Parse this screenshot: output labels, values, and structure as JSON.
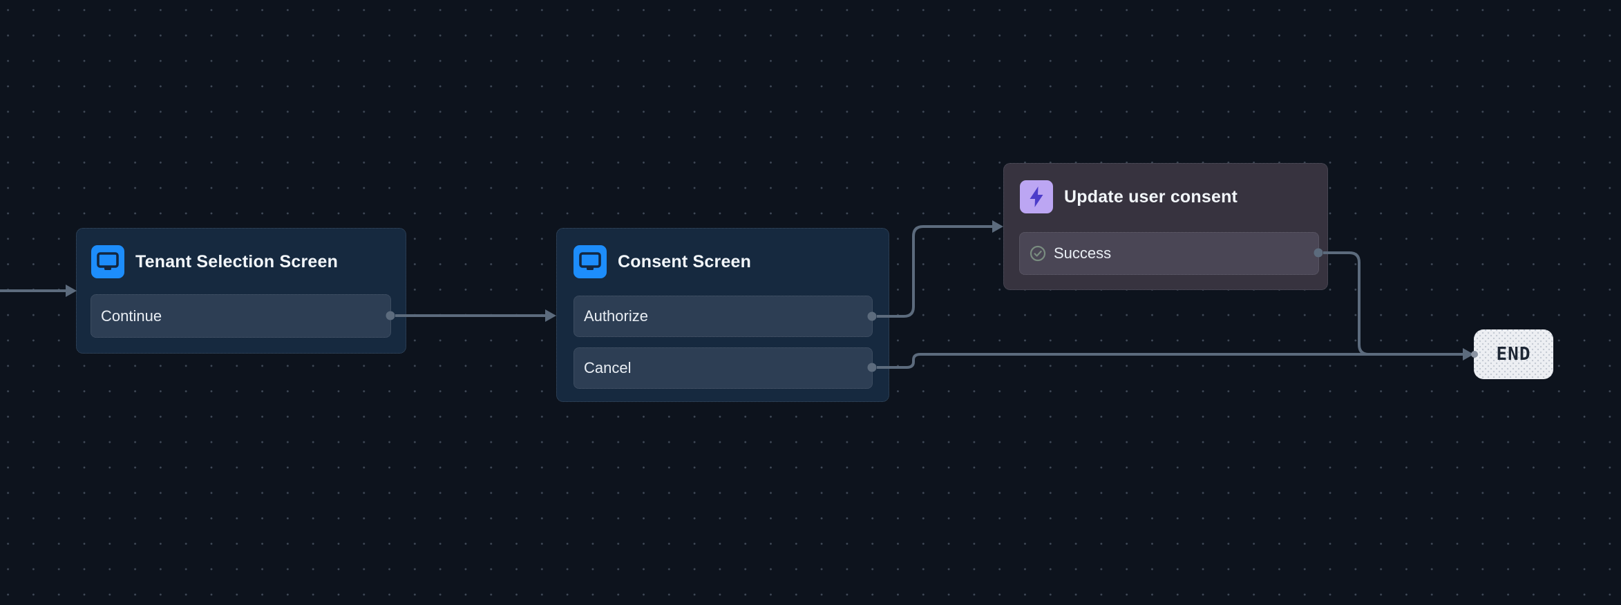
{
  "canvas": {
    "background_color": "#0d131d",
    "grid_dot_color": "#8fa0b4",
    "edge_color": "#5c6b7d"
  },
  "nodes": [
    {
      "id": "tenant-selection-screen",
      "kind": "screen",
      "icon": "monitor-icon",
      "icon_color": "#1d8dfb",
      "title": "Tenant Selection Screen",
      "actions": [
        {
          "label": "Continue"
        }
      ]
    },
    {
      "id": "consent-screen",
      "kind": "screen",
      "icon": "monitor-icon",
      "icon_color": "#1d8dfb",
      "title": "Consent Screen",
      "actions": [
        {
          "label": "Authorize"
        },
        {
          "label": "Cancel"
        }
      ]
    },
    {
      "id": "update-user-consent",
      "kind": "action",
      "icon": "flash-icon",
      "icon_color": "#bca6f3",
      "title": "Update user consent",
      "actions": [
        {
          "label": "Success",
          "icon": "check-circle-icon",
          "icon_color": "#7a8d80"
        }
      ]
    },
    {
      "id": "end",
      "kind": "terminal",
      "title": "END"
    }
  ],
  "edges": [
    {
      "from": "flow-start",
      "to": "tenant-selection-screen"
    },
    {
      "from": "tenant-selection-screen.continue",
      "to": "consent-screen"
    },
    {
      "from": "consent-screen.authorize",
      "to": "update-user-consent"
    },
    {
      "from": "consent-screen.cancel",
      "to": "end"
    },
    {
      "from": "update-user-consent.success",
      "to": "end"
    }
  ]
}
